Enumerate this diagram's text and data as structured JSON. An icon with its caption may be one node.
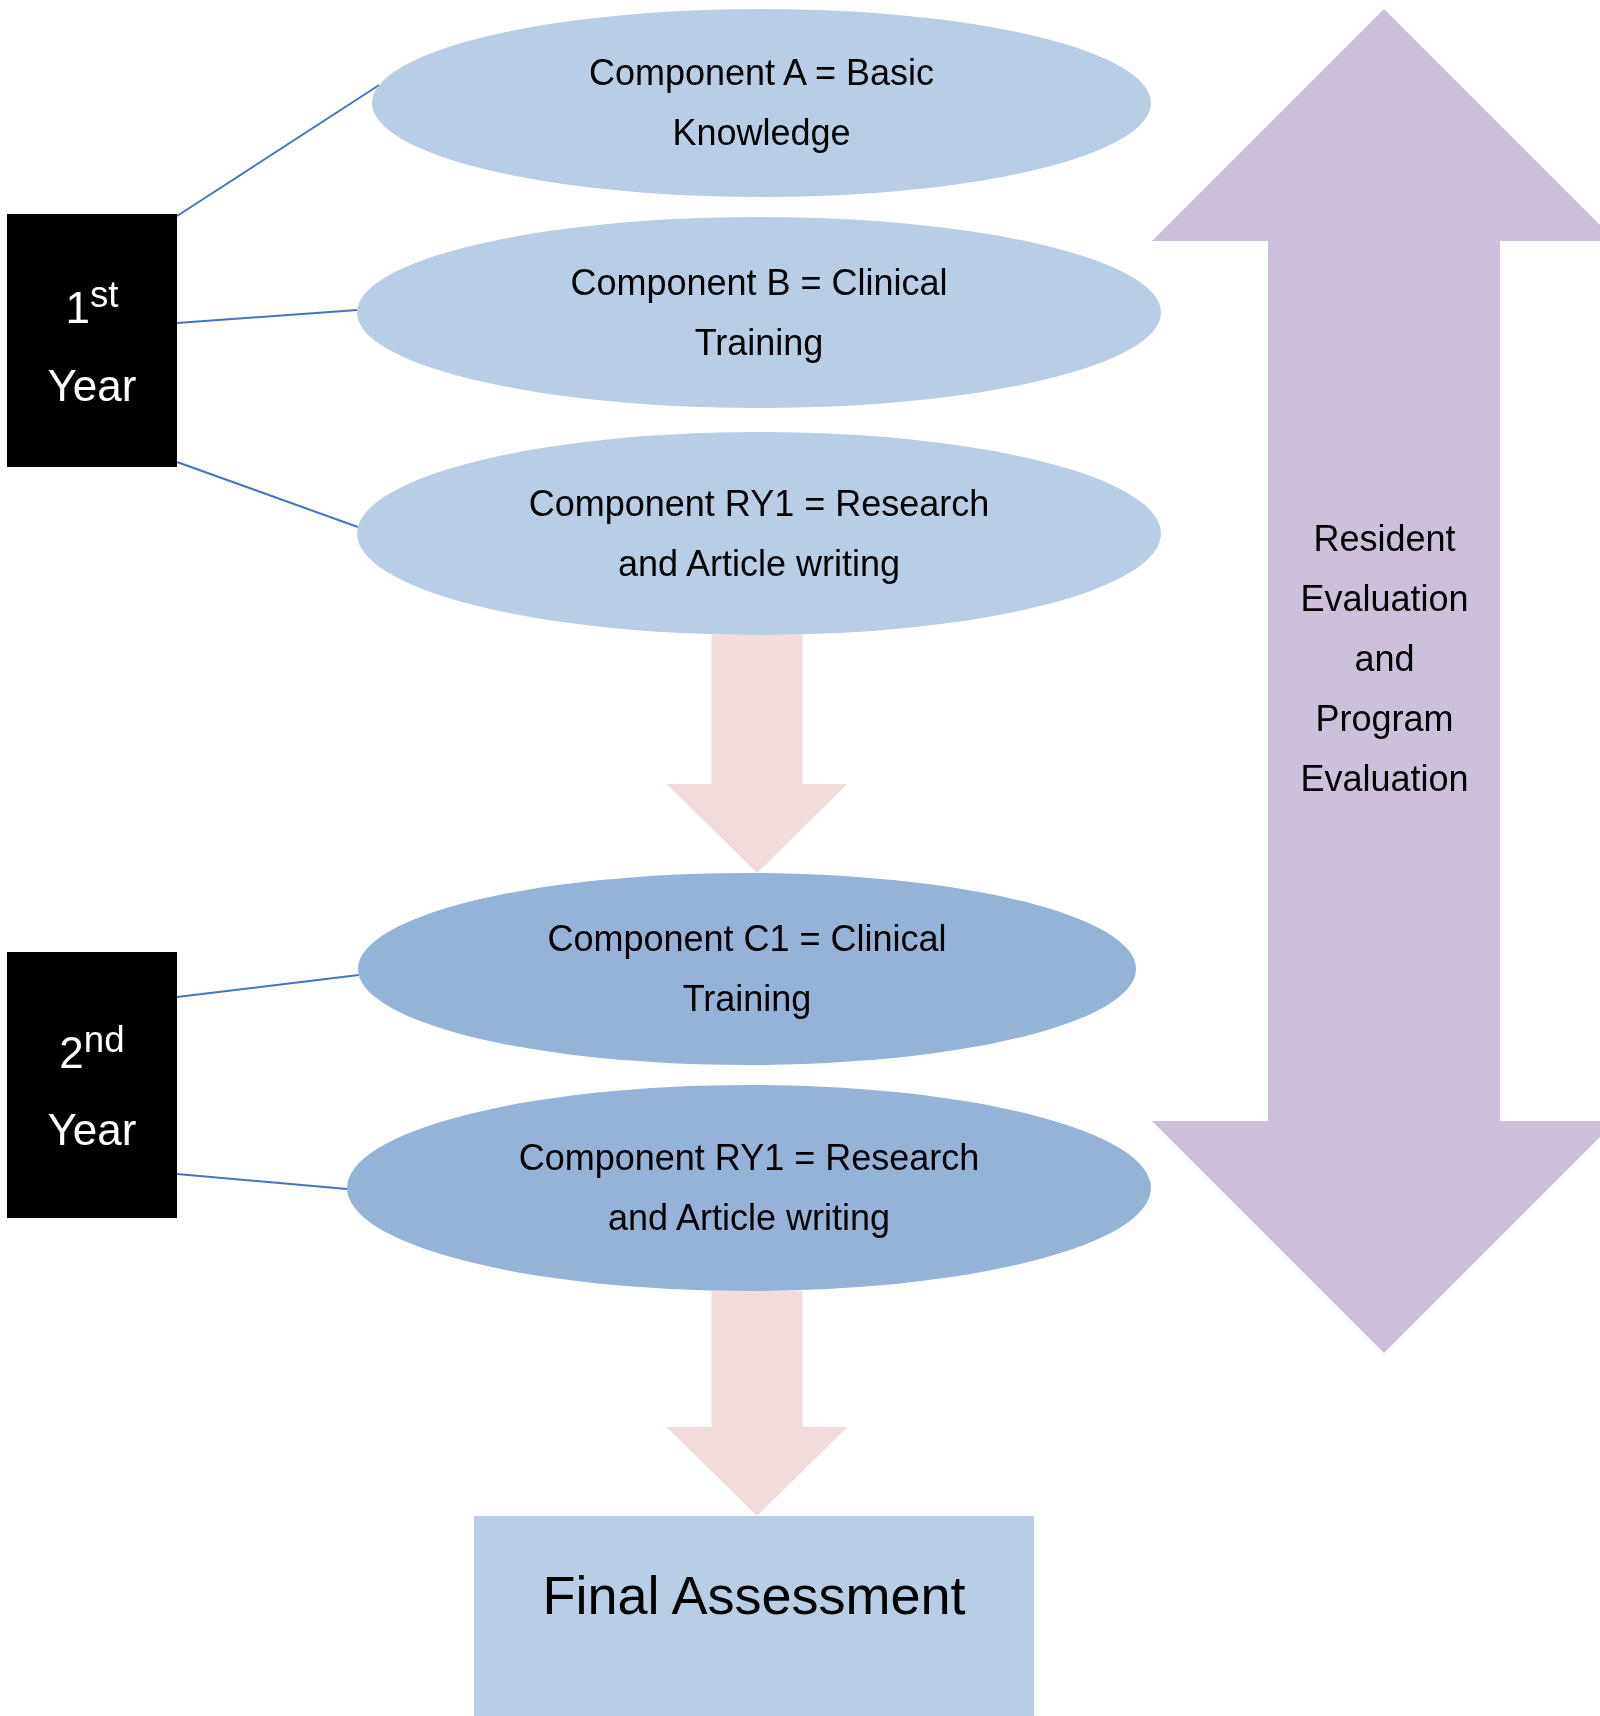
{
  "diagram": {
    "nodes": [
      {
        "text": [
          "1$^{st}$ Year"
        ]
      },
      {
        "text": [
          "Component A = Basic Knowledge"
        ]
      },
      {
        "text": [
          "Component B = Clinical Training"
        ]
      },
      {
        "text": [
          "Component RY1 = Research and Article writing"
        ]
      },
      {
        "text": [
          "2$^{nd}$ Year"
        ]
      },
      {
        "text": [
          "Component C1 = Clinical Training"
        ]
      },
      {
        "text": [
          "Component RY1 = Research and Article writing"
        ]
      },
      {
        "text": [
          "Final Assessment"
        ]
      },
      {
        "text": [
          "Resident Evaluation and Program Evaluation"
        ]
      }
    ],
    "edges": [
      {
        "from": 0,
        "to": 1,
        "arrow": "none"
      },
      {
        "from": 0,
        "to": 2,
        "arrow": "none"
      },
      {
        "from": 0,
        "to": 3,
        "arrow": "none"
      },
      {
        "from": 3,
        "to": 5,
        "arrow": "to",
        "style": "thick",
        "color": "#f2dcdb"
      },
      {
        "from": 4,
        "to": 5,
        "arrow": "none"
      },
      {
        "from": 4,
        "to": 6,
        "arrow": "none"
      },
      {
        "from": 6,
        "to": 7,
        "arrow": "to",
        "style": "thick",
        "color": "#f2dcdb"
      }
    ]
  }
}
